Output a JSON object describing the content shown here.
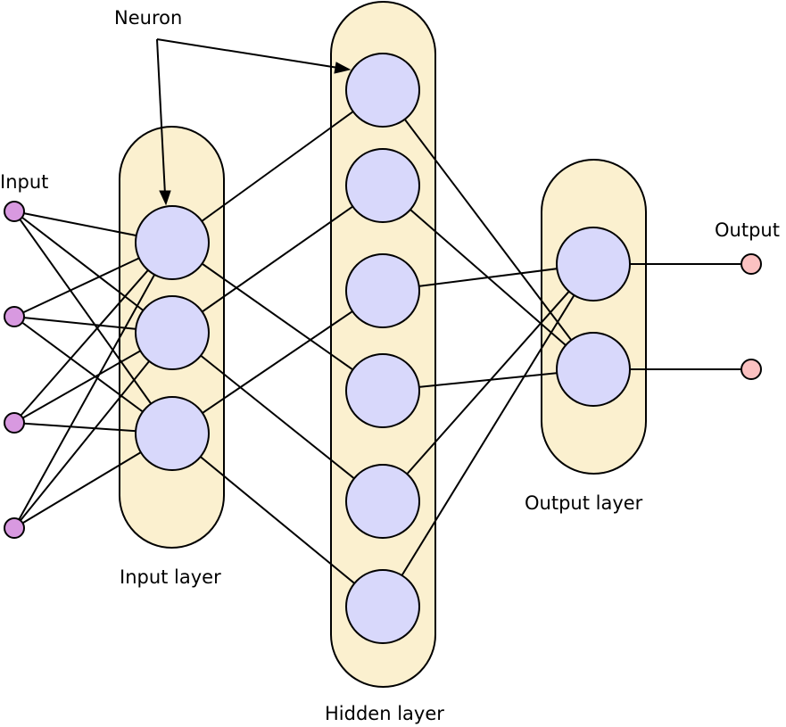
{
  "labels": {
    "neuron": "Neuron",
    "input": "Input",
    "output": "Output",
    "input_layer": "Input layer",
    "hidden_layer": "Hidden layer",
    "output_layer": "Output layer"
  },
  "colors": {
    "layer_fill": "#fbf0cf",
    "neuron_fill": "#d8d8fb",
    "input_node_fill": "#d899e0",
    "output_node_fill": "#fbc1c1",
    "stroke": "#000000"
  },
  "network": {
    "input_nodes": 4,
    "layers": [
      {
        "name": "input_layer",
        "neurons": 3
      },
      {
        "name": "hidden_layer",
        "neurons": 6
      },
      {
        "name": "output_layer",
        "neurons": 2
      }
    ],
    "output_nodes": 2
  }
}
